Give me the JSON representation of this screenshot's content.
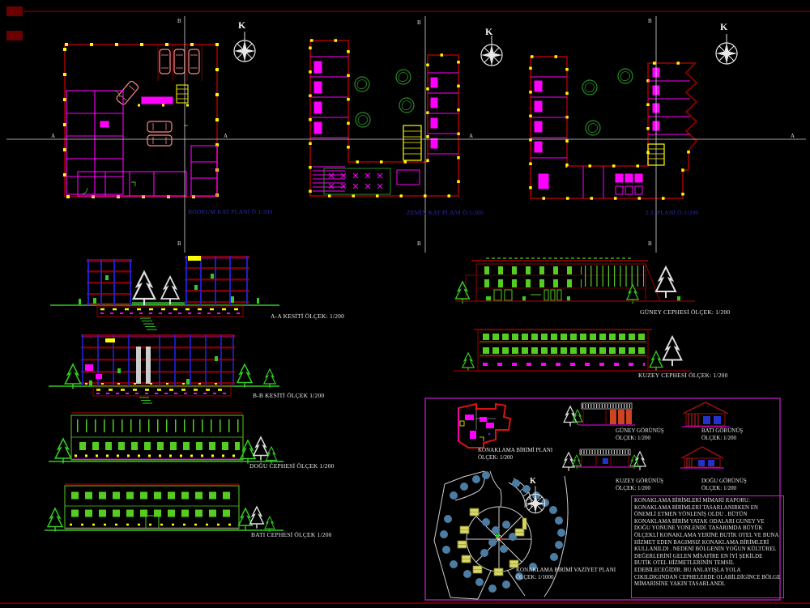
{
  "colors": {
    "background": "#000000",
    "wall_maroon": "#7f0000",
    "detail_magenta": "#ff00ff",
    "accent_yellow": "#ffff00",
    "vegetation_green": "#33cc22",
    "window_green": "#55cc22",
    "structure_blue": "#2222dd",
    "title_navy": "#2b2bb0",
    "text_white": "#e8e8e8",
    "car_pink": "#ff8888",
    "site_tree_blue": "#4d7ca3",
    "site_building_yellow": "#d8d868",
    "box_border_magenta": "#cc22cc"
  },
  "markers": {
    "north": "K",
    "section_a": "A",
    "section_b": "B"
  },
  "plans": {
    "basement": {
      "title": "BODRUM KAT PLANI Ö:1/200"
    },
    "ground": {
      "title": "ZEMİN KAT PLANI Ö:1/200"
    },
    "upper": {
      "title": "2.3. PLANI Ö:1/200"
    }
  },
  "sections": {
    "aa": {
      "label": "A-A KESİTİ ÖLÇEK: 1/200"
    },
    "bb": {
      "label": "B-B KESİTİ ÖLÇEK 1/200"
    }
  },
  "elevations": {
    "east": {
      "label": "DOĞU CEPHESİ ÖLÇEK 1/200"
    },
    "west": {
      "label": "BATI CEPHESİ ÖLÇEK 1/200"
    },
    "south": {
      "label": "GÜNEY CEPHESİ ÖLÇEK: 1/200"
    },
    "north": {
      "label": "KUZEY CEPHESİ ÖLÇEK: 1/200"
    }
  },
  "unit_box": {
    "plan": {
      "title": "KONAKLAMA BİRİMİ PLANI",
      "scale": "ÖLÇEK: 1/200"
    },
    "views": [
      {
        "title": "GÜNEY GÖRÜNÜŞ",
        "scale": "ÖLÇEK: 1/200"
      },
      {
        "title": "BATI GÖRÜNÜŞ",
        "scale": "ÖLÇEK: 1/200"
      },
      {
        "title": "KUZEY GÖRÜNÜŞ",
        "scale": "ÖLÇEK: 1/200"
      },
      {
        "title": "DOĞU GÖRÜNÜŞ",
        "scale": "ÖLÇEK: 1/200"
      }
    ],
    "site": {
      "title": "KONAKLAMA BİRİMİ VAZİYET PLANI",
      "scale": "ÖLÇEK: 1/1000"
    },
    "report": "KONAKLAMA BİRİMLERİ MİMARİ RAPORU: KONAKLAMA BİRİMLERİ TASARLANIRKEN EN ÖNEMLİ ETMEN YÖNLENİŞ OLDU . BÜTÜN KONAKLAMA BİRİM YATAK ODALARI GUNEY VE DOĞU YONUNE YONLENDİ. TASARIMDA BÜYÜK ÖLÇEKLİ KONAKLAMA YERİNE BUTİK OTEL VE BUNA HİZMET EDEN BAGIMSIZ KONAKLAMA BİRİMLERİ KULLANILDI . NEDENİ BÖLGENİN YOĞUN KÜLTÜREL DEĞERLERİNİ GELEN MİSAFİRE EN İYİ ŞEKİLDE BUTİK OTEL HİZMETLERİNİN TEMSİL EDEBİLECEĞİDİR. BU ANLAYIŞLA YOLA CIKILDIGINDAN CEPHELERDE OLABİLDİGİNCE BÖLGE MİMARİSİNE YAKIN TASARLANDI."
  }
}
